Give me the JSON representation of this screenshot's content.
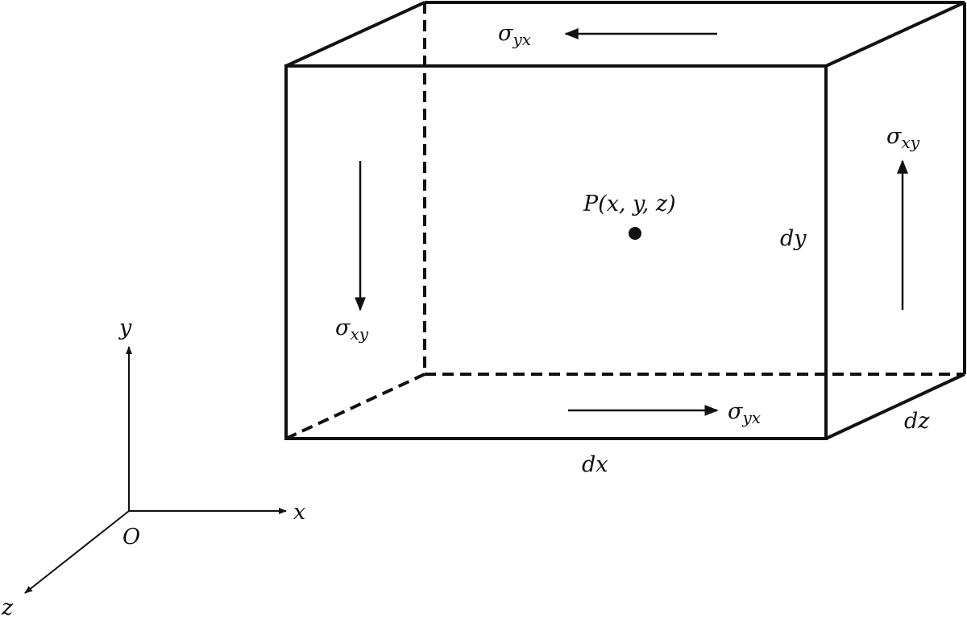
{
  "labels": {
    "sigma_yx_top": {
      "base": "σ",
      "sub": "yx"
    },
    "sigma_yx_bottom": {
      "base": "σ",
      "sub": "yx"
    },
    "sigma_xy_left": {
      "base": "σ",
      "sub": "xy"
    },
    "sigma_xy_right": {
      "base": "σ",
      "sub": "xy"
    },
    "point": "P(x, y, z)",
    "dx": "dx",
    "dy": "dy",
    "dz": "dz"
  },
  "axes": {
    "x": "x",
    "y": "y",
    "z": "z",
    "origin": "O"
  },
  "colors": {
    "line": "#111111",
    "background": "#ffffff"
  }
}
